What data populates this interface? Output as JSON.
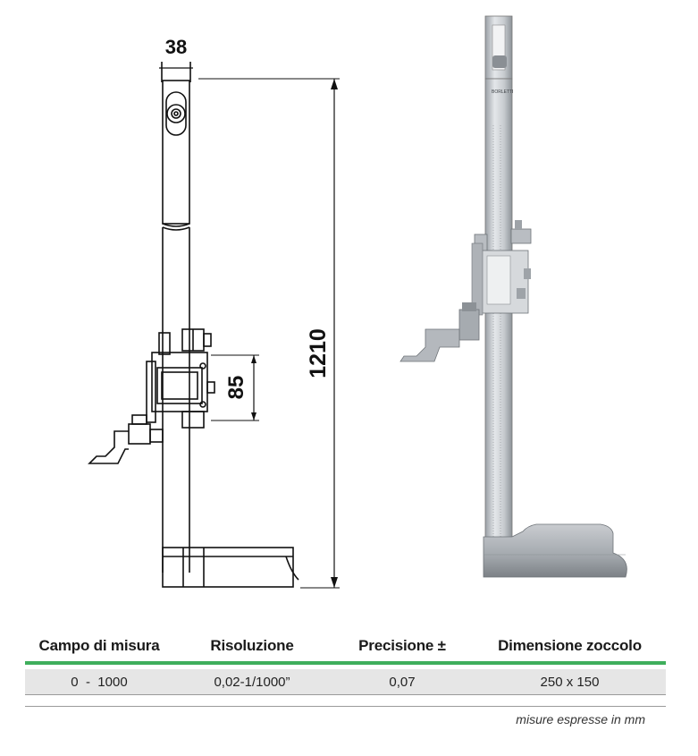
{
  "drawing": {
    "width_label": "38",
    "height_label": "1210",
    "slider_label": "85"
  },
  "photo": {
    "brand_mark": "BORLETTI"
  },
  "table": {
    "headers": [
      "Campo di misura",
      "Risoluzione",
      "Precisione ±",
      "Dimensione zoccolo"
    ],
    "rows": [
      [
        "0  -  1000",
        "0,02-1/1000”",
        "0,07",
        "250 x 150"
      ]
    ]
  },
  "note": "misure espresse in mm"
}
